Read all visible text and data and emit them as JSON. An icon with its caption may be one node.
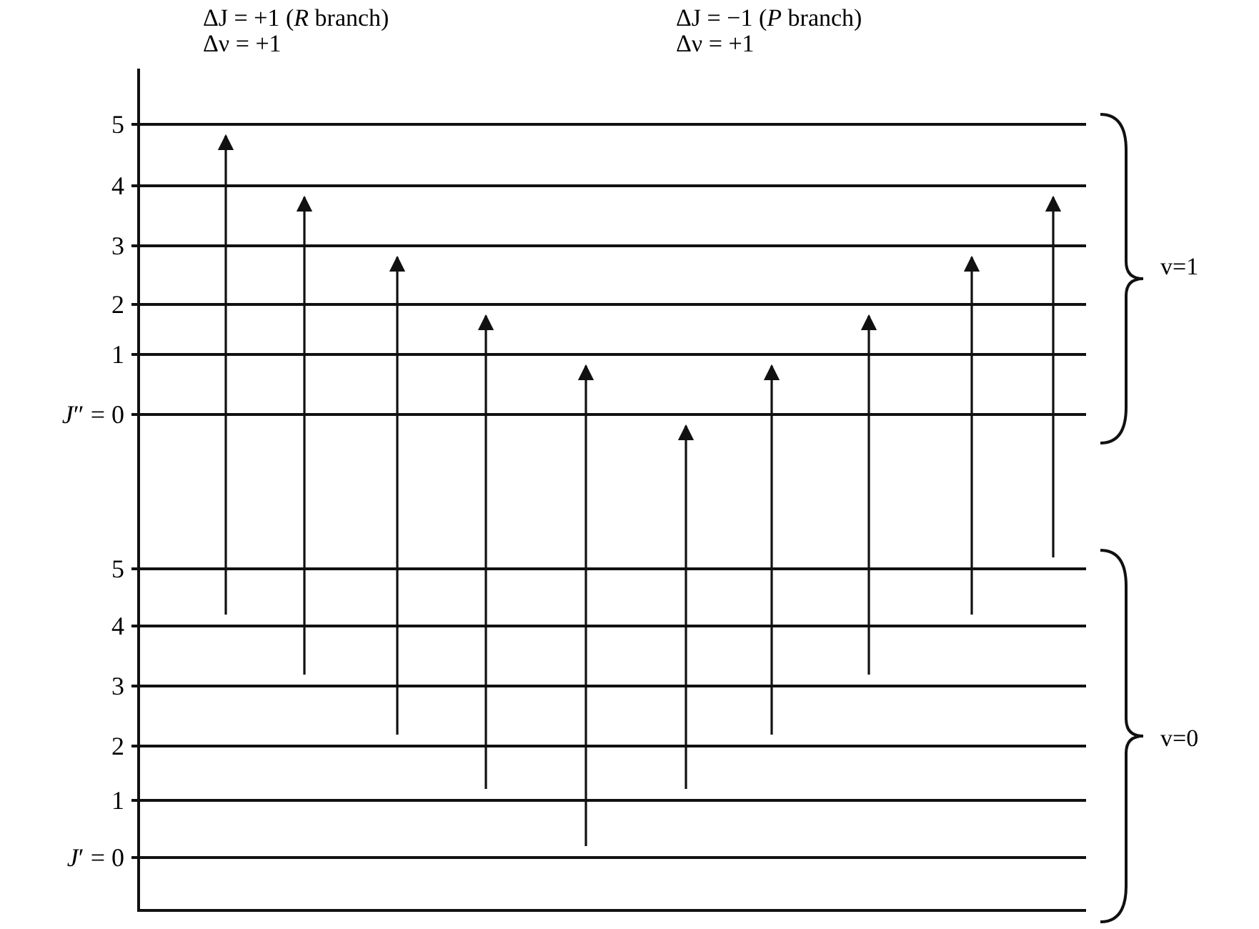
{
  "diagram": {
    "nodes": [
      {
        "text": [
          "5"
        ]
      },
      {
        "text": [
          "4"
        ]
      },
      {
        "text": [
          "3"
        ]
      },
      {
        "text": [
          "2"
        ]
      },
      {
        "text": [
          "1"
        ]
      },
      {
        "text": [
          "*J*″ = 0"
        ]
      },
      {
        "text": [
          "5"
        ]
      },
      {
        "text": [
          "4"
        ]
      },
      {
        "text": [
          "3"
        ]
      },
      {
        "text": [
          "2"
        ]
      },
      {
        "text": [
          "1"
        ]
      },
      {
        "text": [
          "*J*′ = 0"
        ]
      }
    ],
    "edges": [
      {
        "from": 7,
        "to": 0,
        "arrow": "to"
      },
      {
        "from": 8,
        "to": 1,
        "arrow": "to"
      },
      {
        "from": 9,
        "to": 2,
        "arrow": "to"
      },
      {
        "from": 10,
        "to": 3,
        "arrow": "to"
      },
      {
        "from": 11,
        "to": 4,
        "arrow": "to"
      },
      {
        "from": 10,
        "to": 5,
        "arrow": "to"
      },
      {
        "from": 9,
        "to": 4,
        "arrow": "to"
      },
      {
        "from": 8,
        "to": 3,
        "arrow": "to"
      },
      {
        "from": 7,
        "to": 2,
        "arrow": "to"
      },
      {
        "from": 6,
        "to": 1,
        "arrow": "to"
      }
    ],
    "labels": [
      "ΔJ = +1 (*R* branch)",
      "Δν = +1",
      "ΔJ = −1 (*P* branch)",
      "Δν = +1",
      "v=1",
      "v=0"
    ]
  }
}
